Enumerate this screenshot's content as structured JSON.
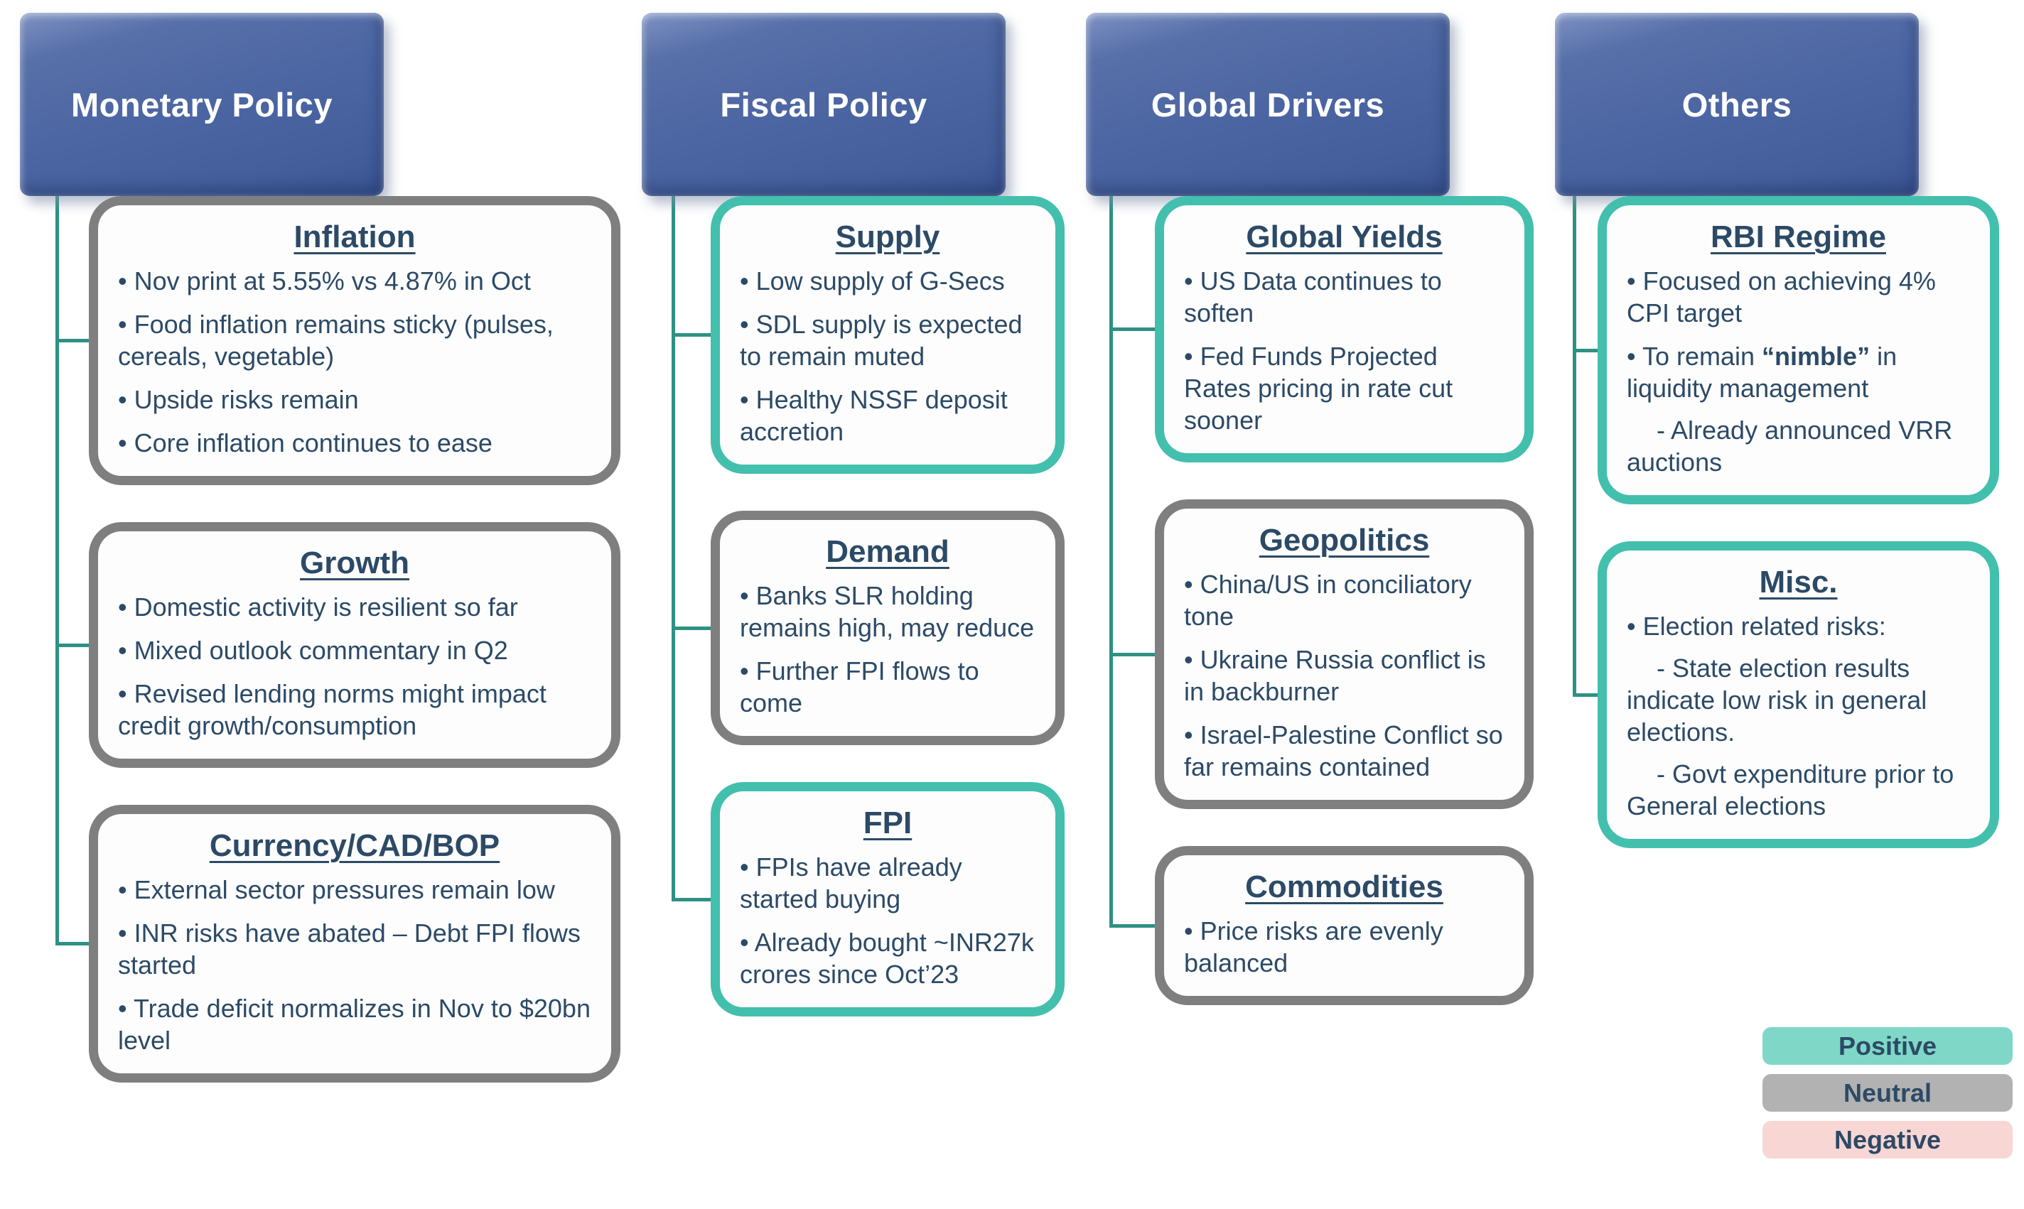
{
  "palette": {
    "header_fill": "#4c66a3",
    "positive_border": "#43bfad",
    "neutral_border": "#7f7f7f",
    "connector": "#2e9183",
    "text": "#2c4a66",
    "legend_positive_bg": "#7fd7c7",
    "legend_neutral_bg": "#b2b2b2",
    "legend_negative_bg": "#f8d6d4"
  },
  "columns": [
    {
      "title": "Monetary Policy",
      "boxes": [
        {
          "title": "Inflation",
          "tone": "neutral",
          "bullets": [
            {
              "marker": "•",
              "text": "Nov print at 5.55% vs 4.87% in Oct"
            },
            {
              "marker": "•",
              "text": "Food inflation remains sticky (pulses, cereals, vegetable)"
            },
            {
              "marker": "•",
              "text": "Upside risks remain"
            },
            {
              "marker": "•",
              "text": "Core inflation continues to ease"
            }
          ]
        },
        {
          "title": "Growth",
          "tone": "neutral",
          "bullets": [
            {
              "marker": "•",
              "text": "Domestic activity is resilient so far"
            },
            {
              "marker": "•",
              "text": "Mixed outlook commentary in Q2"
            },
            {
              "marker": "•",
              "text": "Revised lending norms might impact credit growth/consumption"
            }
          ]
        },
        {
          "title": "Currency/CAD/BOP",
          "tone": "neutral",
          "bullets": [
            {
              "marker": "•",
              "text": "External sector pressures remain low"
            },
            {
              "marker": "•",
              "text": "INR risks have abated – Debt FPI flows started"
            },
            {
              "marker": "•",
              "text": "Trade deficit normalizes in Nov to $20bn level"
            }
          ]
        }
      ]
    },
    {
      "title": "Fiscal Policy",
      "boxes": [
        {
          "title": "Supply",
          "tone": "positive",
          "bullets": [
            {
              "marker": "•",
              "text": "Low supply of G-Secs"
            },
            {
              "marker": "•",
              "text": "SDL supply is expected to remain muted"
            },
            {
              "marker": "•",
              "text": "Healthy NSSF deposit accretion"
            }
          ]
        },
        {
          "title": "Demand",
          "tone": "neutral",
          "bullets": [
            {
              "marker": "•",
              "text": "Banks SLR holding remains high, may reduce"
            },
            {
              "marker": "•",
              "text": "Further FPI flows to come"
            }
          ]
        },
        {
          "title": "FPI",
          "tone": "positive",
          "bullets": [
            {
              "marker": "•",
              "text": "FPIs have already started buying"
            },
            {
              "marker": "•",
              "text": "Already bought ~INR27k crores since Oct’23"
            }
          ]
        }
      ]
    },
    {
      "title": "Global Drivers",
      "boxes": [
        {
          "title": "Global Yields",
          "tone": "positive",
          "bullets": [
            {
              "marker": "•",
              "text": "US Data continues to soften"
            },
            {
              "marker": "•",
              "text": "Fed Funds Projected Rates pricing in rate cut sooner"
            }
          ]
        },
        {
          "title": "Geopolitics",
          "tone": "neutral",
          "bullets": [
            {
              "marker": "•",
              "text": "China/US in conciliatory tone"
            },
            {
              "marker": "•",
              "text": "Ukraine Russia conflict is in backburner"
            },
            {
              "marker": "•",
              "text": "Israel-Palestine Conflict so far remains contained"
            }
          ]
        },
        {
          "title": "Commodities",
          "tone": "neutral",
          "bullets": [
            {
              "marker": "•",
              "text": "Price risks are evenly balanced"
            }
          ]
        }
      ]
    },
    {
      "title": "Others",
      "boxes": [
        {
          "title": "RBI Regime",
          "tone": "positive",
          "bullets": [
            {
              "marker": "•",
              "text": "Focused on achieving 4% CPI target"
            },
            {
              "marker": "•",
              "segments": [
                {
                  "text": "To remain "
                },
                {
                  "text": "“nimble”",
                  "bold": true
                },
                {
                  "text": " in liquidity management"
                }
              ]
            },
            {
              "marker": "-",
              "sub": true,
              "text": "Already announced VRR auctions"
            }
          ]
        },
        {
          "title": "Misc.",
          "tone": "positive",
          "bullets": [
            {
              "marker": "•",
              "text": "Election related risks:"
            },
            {
              "marker": "-",
              "sub": true,
              "text": "State election results indicate low risk in general elections."
            },
            {
              "marker": "-",
              "sub": true,
              "text": "Govt expenditure prior to General elections"
            }
          ]
        }
      ]
    }
  ],
  "legend": [
    {
      "label": "Positive",
      "tone": "positive"
    },
    {
      "label": "Neutral",
      "tone": "neutral"
    },
    {
      "label": "Negative",
      "tone": "negative"
    }
  ]
}
